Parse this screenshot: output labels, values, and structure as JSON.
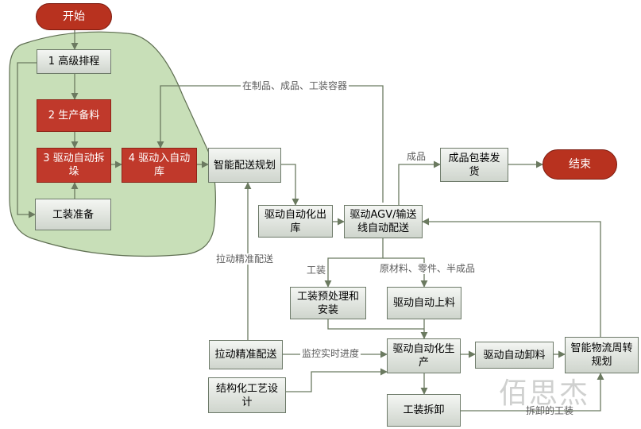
{
  "nodes": {
    "start": "开始",
    "n1": "1 高级排程",
    "n2": "2 生产备料",
    "n3": "3 驱动自动拆\n垛",
    "n4": "4 驱动入自动\n库",
    "tooling_prep": "工装准备",
    "smart_dist_plan": "智能配送规划",
    "auto_out": "驱动自动化出\n库",
    "agv": "驱动AGV/输送\n线自动配送",
    "pack": "成品包装发\n货",
    "end": "结束",
    "tooling_preprocess": "工装预处理和\n安装",
    "auto_load": "驱动自动上料",
    "pull_dist": "拉动精准配送",
    "auto_prod": "驱动自动化生\n产",
    "auto_unload": "驱动自动卸料",
    "smart_turnover": "智能物流周转\n规划",
    "struct_process": "结构化工艺设\n计",
    "tooling_disassembly": "工装拆卸"
  },
  "edge_labels": {
    "wip": "在制品、成品、工装容器",
    "finished": "成品",
    "pull_dist_label": "拉动精准配送",
    "tooling": "工装",
    "materials": "原材料、零件、半成品",
    "monitor": "监控实时进度",
    "removed_tooling": "拆卸的工装"
  },
  "watermark": "佰思杰",
  "colors": {
    "green_region": "#c8dfb8",
    "green_border": "#5f6f52",
    "red_node": "#c0392b",
    "gray_node_border": "#6d7a69",
    "arrow": "#6b7a60"
  }
}
